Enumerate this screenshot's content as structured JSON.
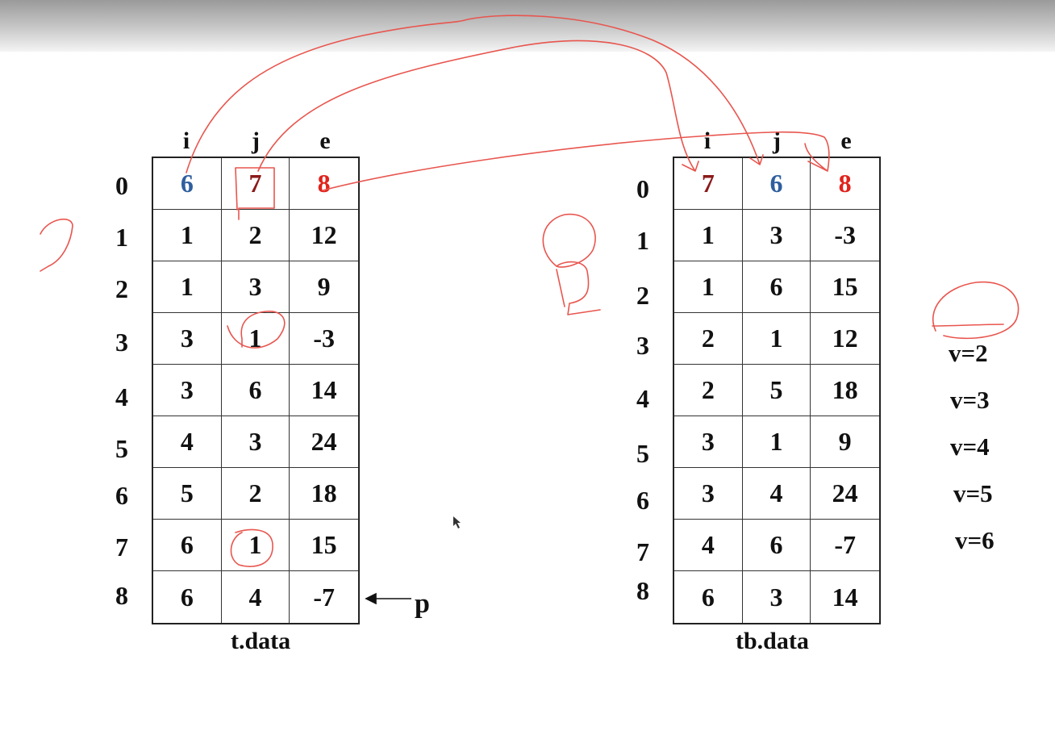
{
  "left_table": {
    "caption": "t.data",
    "headers": [
      "i",
      "j",
      "e"
    ],
    "row_indices": [
      "0",
      "1",
      "2",
      "3",
      "4",
      "5",
      "6",
      "7",
      "8"
    ],
    "rows": [
      [
        "6",
        "7",
        "8"
      ],
      [
        "1",
        "2",
        "12"
      ],
      [
        "1",
        "3",
        "9"
      ],
      [
        "3",
        "1",
        "-3"
      ],
      [
        "3",
        "6",
        "14"
      ],
      [
        "4",
        "3",
        "24"
      ],
      [
        "5",
        "2",
        "18"
      ],
      [
        "6",
        "1",
        "15"
      ],
      [
        "6",
        "4",
        "-7"
      ]
    ],
    "pointer_label": "p"
  },
  "right_table": {
    "caption": "tb.data",
    "headers": [
      "i",
      "j",
      "e"
    ],
    "row_indices": [
      "0",
      "1",
      "2",
      "3",
      "4",
      "5",
      "6",
      "7",
      "8"
    ],
    "rows": [
      [
        "7",
        "6",
        "8"
      ],
      [
        "1",
        "3",
        "-3"
      ],
      [
        "1",
        "6",
        "15"
      ],
      [
        "2",
        "1",
        "12"
      ],
      [
        "2",
        "5",
        "18"
      ],
      [
        "3",
        "1",
        "9"
      ],
      [
        "3",
        "4",
        "24"
      ],
      [
        "4",
        "6",
        "-7"
      ],
      [
        "6",
        "3",
        "14"
      ]
    ]
  },
  "v_values": [
    "v=2",
    "v=3",
    "v=4",
    "v=5",
    "v=6"
  ],
  "colors": {
    "blue": "#2f5f9e",
    "dark_red": "#8b1a1a",
    "red": "#e0231c",
    "annotation": "#e8554e"
  }
}
